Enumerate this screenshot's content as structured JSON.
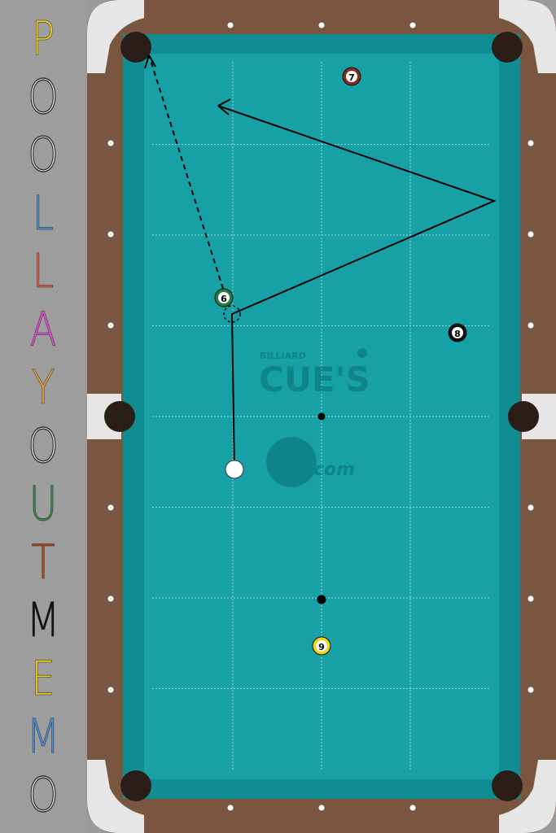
{
  "app": {
    "title_letters": [
      {
        "char": "P",
        "color": "#f2d21a"
      },
      {
        "char": "O",
        "color": "#ffffff"
      },
      {
        "char": "O",
        "color": "#ffffff"
      },
      {
        "char": "L",
        "color": "#4f8fd6"
      },
      {
        "char": "L",
        "color": "#e45a4a"
      },
      {
        "char": "A",
        "color": "#e14fd6"
      },
      {
        "char": "Y",
        "color": "#e6a23c"
      },
      {
        "char": "O",
        "color": "#ffffff"
      },
      {
        "char": "U",
        "color": "#3f8a4a"
      },
      {
        "char": "T",
        "color": "#b24a16"
      },
      {
        "char": "M",
        "color": "#111111"
      },
      {
        "char": "E",
        "color": "#f2d21a"
      },
      {
        "char": "M",
        "color": "#4f8fd6"
      },
      {
        "char": "O",
        "color": "#ffffff"
      }
    ]
  },
  "table": {
    "felt_color": "#17a1a6",
    "rail_color": "#7a5640",
    "logo": {
      "small_text": "BILLIARD",
      "big_text": "CUE'S",
      "domain_text": "com"
    }
  },
  "balls": [
    {
      "id": "cue",
      "label": "",
      "color": "#ffffff"
    },
    {
      "id": "six",
      "label": "6",
      "color": "#1f7f45"
    },
    {
      "id": "seven",
      "label": "7",
      "color": "#8a2a1a"
    },
    {
      "id": "eight",
      "label": "8",
      "color": "#111111"
    },
    {
      "id": "nine",
      "label": "9",
      "color": "#f4d21a"
    }
  ],
  "shots": {
    "cue_path": "solid",
    "object_path": "dashed"
  }
}
